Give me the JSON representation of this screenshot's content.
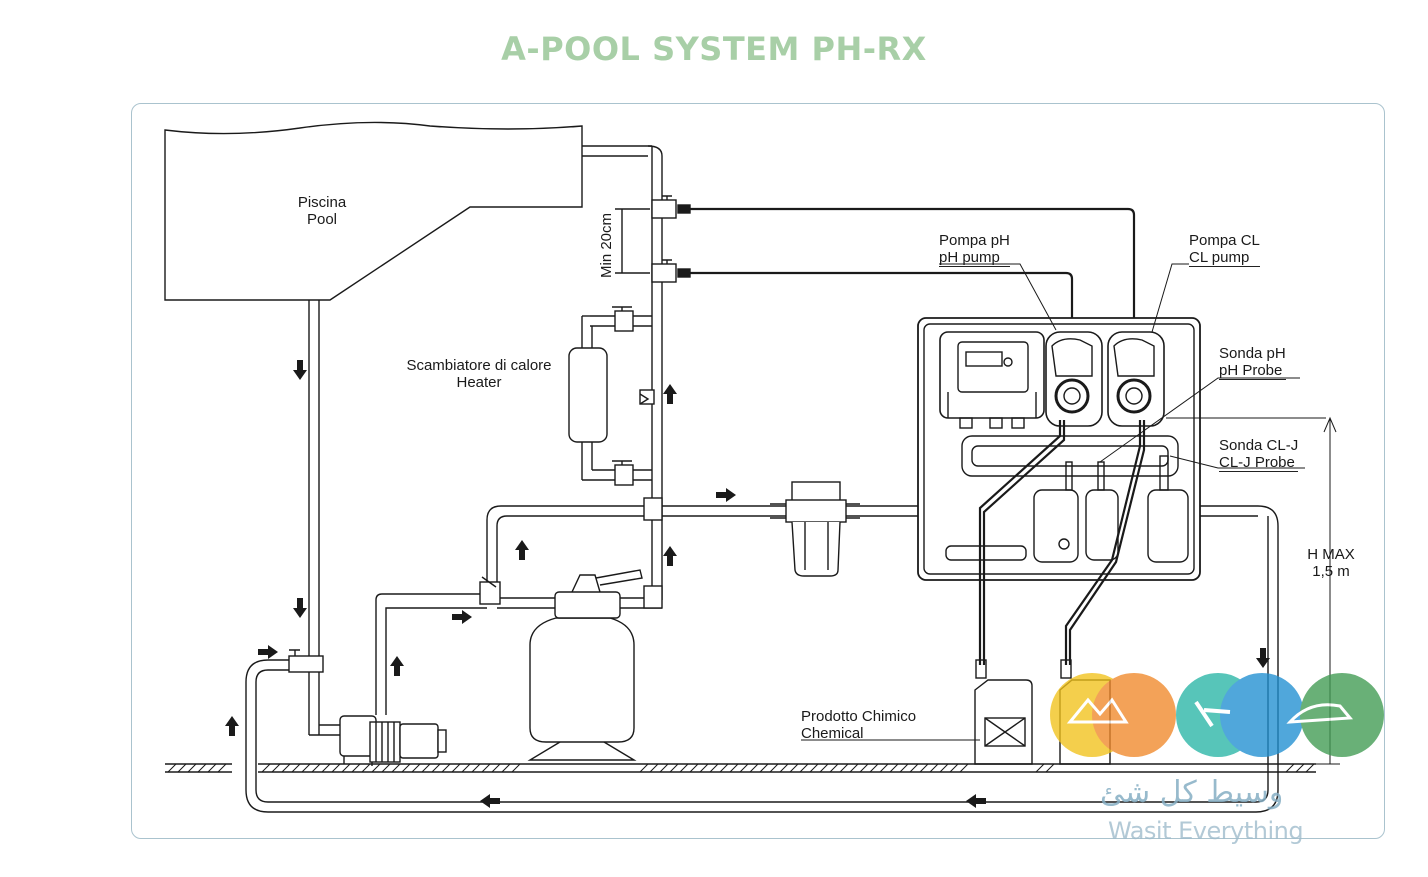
{
  "title": "A-POOL SYSTEM PH-RX",
  "labels": {
    "pool_it": "Piscina",
    "pool_en": "Pool",
    "min_distance": "Min 20cm",
    "heater_it": "Scambiatore di calore",
    "heater_en": "Heater",
    "ph_pump_it": "Pompa pH",
    "ph_pump_en": "pH pump",
    "cl_pump_it": "Pompa CL",
    "cl_pump_en": "CL pump",
    "ph_probe_it": "Sonda pH",
    "ph_probe_en": "pH Probe",
    "clj_probe_it": "Sonda CL-J",
    "clj_probe_en": "CL-J Probe",
    "hmax": "H MAX",
    "hmax_value": "1,5 m",
    "chemical_it": "Prodotto Chimico",
    "chemical_en": "Chemical"
  },
  "watermark": {
    "arabic": "وسيط كل شئ",
    "english": "Wasit Everything",
    "circle_colors": [
      "#f2c21b",
      "#f0892a",
      "#28b5a6",
      "#1f8fd1",
      "#3f9b52"
    ]
  },
  "colors": {
    "title": "#a8cfa7",
    "frame": "#aac3ce",
    "line": "#1a1a1a"
  }
}
